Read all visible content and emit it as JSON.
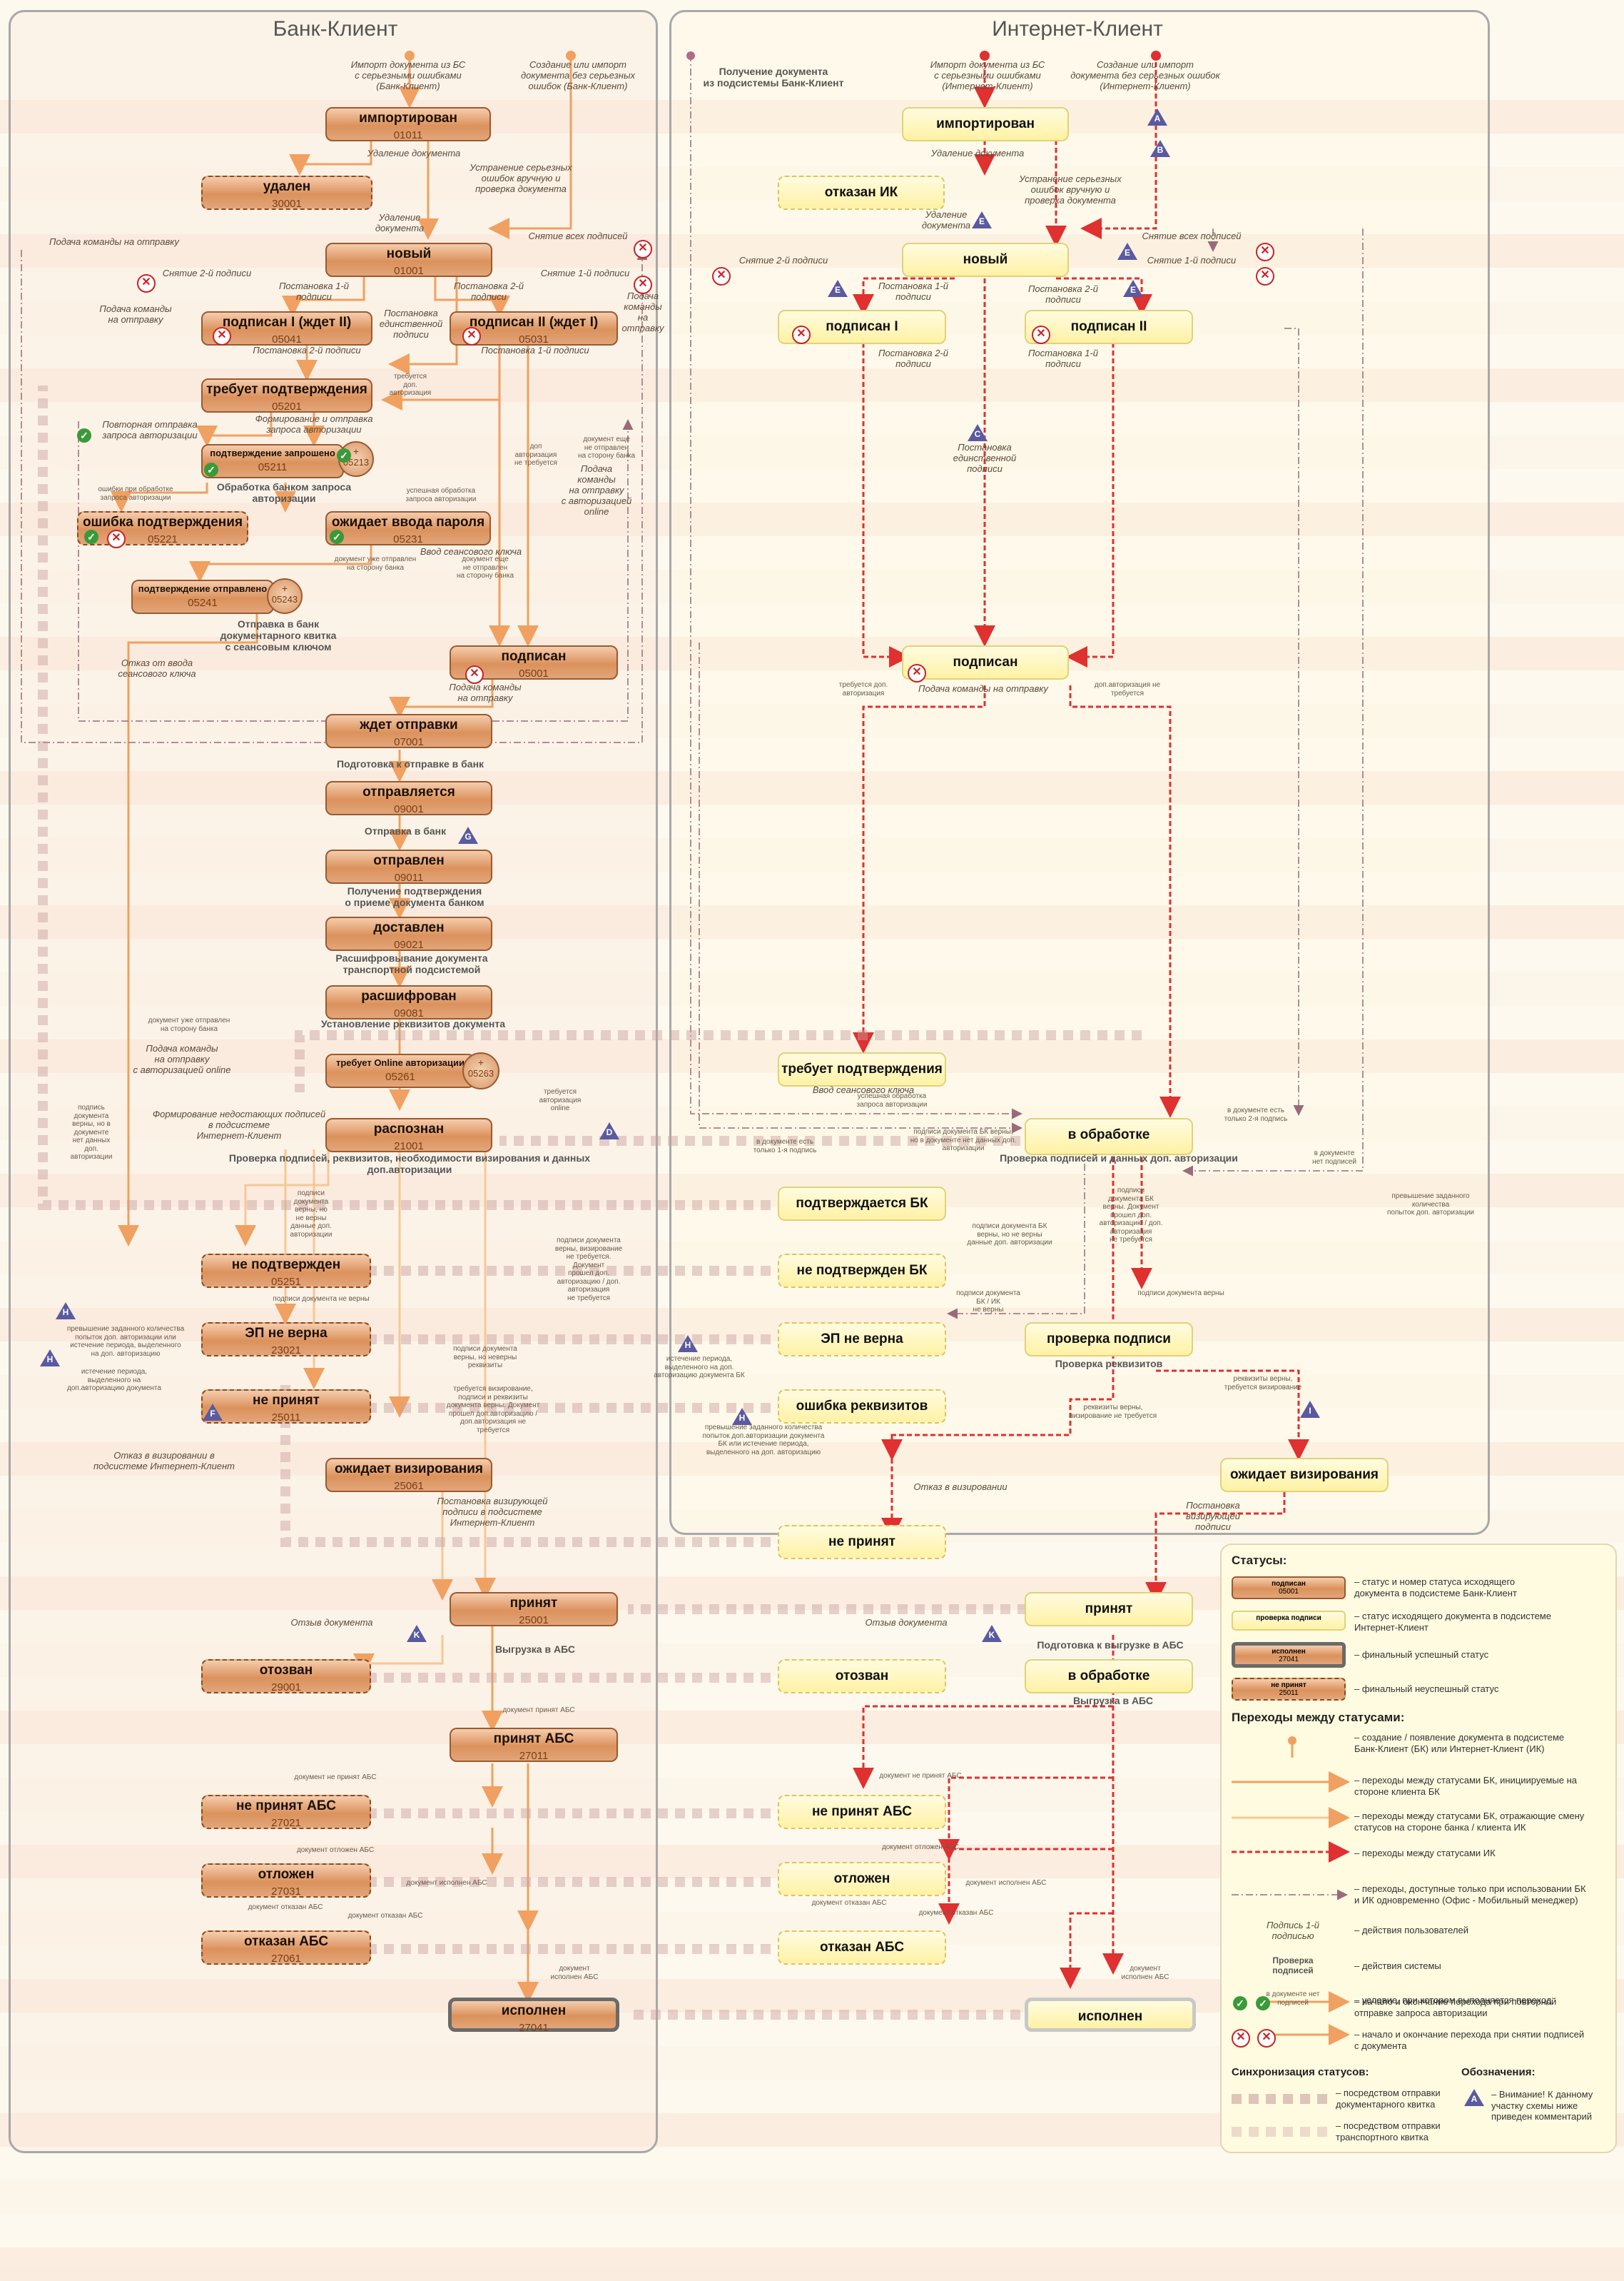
{
  "panels": {
    "bank_client": "Банк-Клиент",
    "internet_client": "Интернет-Клиент"
  },
  "bk_nodes": [
    {
      "id": "importirovan",
      "name": "импортирован",
      "code": "01011"
    },
    {
      "id": "udalen",
      "name": "удален",
      "code": "30001"
    },
    {
      "id": "novyi",
      "name": "новый",
      "code": "01001"
    },
    {
      "id": "podpisan1",
      "name": "подписан I (ждет II)",
      "code": "05041"
    },
    {
      "id": "podpisan2",
      "name": "подписан II (ждет I)",
      "code": "05031"
    },
    {
      "id": "trebuet",
      "name": "требует подтверждения",
      "code": "05201"
    },
    {
      "id": "zaprosheno",
      "name": "подтверждение запрошено",
      "code": "05211"
    },
    {
      "id": "oshibka",
      "name": "ошибка подтверждения",
      "code": "05221"
    },
    {
      "id": "ozhidaet_parol",
      "name": "ожидает ввода пароля",
      "code": "05231"
    },
    {
      "id": "otpravleno",
      "name": "подтверждение отправлено",
      "code": "05241"
    },
    {
      "id": "podpisan",
      "name": "подписан",
      "code": "05001"
    },
    {
      "id": "zhdet",
      "name": "ждет отправки",
      "code": "07001"
    },
    {
      "id": "otpravlyaetsya",
      "name": "отправляется",
      "code": "09001"
    },
    {
      "id": "otpravlen",
      "name": "отправлен",
      "code": "09011"
    },
    {
      "id": "dostavlen",
      "name": "доставлен",
      "code": "09021"
    },
    {
      "id": "rasshifrovan",
      "name": "расшифрован",
      "code": "09081"
    },
    {
      "id": "online",
      "name": "требует Online авторизации",
      "code": "05261"
    },
    {
      "id": "raspoznan",
      "name": "распознан",
      "code": "21001"
    },
    {
      "id": "ne_podtverzhden",
      "name": "не подтвержден",
      "code": "05251"
    },
    {
      "id": "ep_ne_verna",
      "name": "ЭП не верна",
      "code": "23021"
    },
    {
      "id": "ne_prinyat",
      "name": "не принят",
      "code": "25011"
    },
    {
      "id": "ozhidaet_viz",
      "name": "ожидает визирования",
      "code": "25061"
    },
    {
      "id": "prinyat",
      "name": "принят",
      "code": "25001"
    },
    {
      "id": "otozvan",
      "name": "отозван",
      "code": "29001"
    },
    {
      "id": "prinyat_abs",
      "name": "принят АБС",
      "code": "27011"
    },
    {
      "id": "ne_prinyat_abs",
      "name": "не принят АБС",
      "code": "27021"
    },
    {
      "id": "otlozhen",
      "name": "отложен",
      "code": "27031"
    },
    {
      "id": "otkazan_abs",
      "name": "отказан АБС",
      "code": "27061"
    },
    {
      "id": "ispolnen",
      "name": "исполнен",
      "code": "27041"
    }
  ],
  "bk_extra": {
    "n05213": "05213",
    "n05243": "05243",
    "n05263": "05263"
  },
  "ik_nodes": [
    {
      "id": "importirovan",
      "name": "импортирован"
    },
    {
      "id": "otkazan_ik",
      "name": "отказан ИК"
    },
    {
      "id": "novyi",
      "name": "новый"
    },
    {
      "id": "podpisan1",
      "name": "подписан I"
    },
    {
      "id": "podpisan2",
      "name": "подписан II"
    },
    {
      "id": "podpisan",
      "name": "подписан"
    },
    {
      "id": "trebuet",
      "name": "требует подтверждения"
    },
    {
      "id": "v_obrabotke",
      "name": "в обработке"
    },
    {
      "id": "podtverzhdaetsya",
      "name": "подтверждается БК"
    },
    {
      "id": "ne_podtverzhden",
      "name": "не подтвержден БК"
    },
    {
      "id": "ep_ne_verna",
      "name": "ЭП не верна"
    },
    {
      "id": "proverka",
      "name": "проверка подписи"
    },
    {
      "id": "oshibka_rekv",
      "name": "ошибка реквизитов"
    },
    {
      "id": "ozhidaet_viz",
      "name": "ожидает визирования"
    },
    {
      "id": "ne_prinyat",
      "name": "не принят"
    },
    {
      "id": "prinyat",
      "name": "принят"
    },
    {
      "id": "otozvan",
      "name": "отозван"
    },
    {
      "id": "v_obrabotke2",
      "name": "в обработке"
    },
    {
      "id": "ne_prinyat_abs",
      "name": "не принят АБС"
    },
    {
      "id": "otlozhen",
      "name": "отложен"
    },
    {
      "id": "otkazan_abs",
      "name": "отказан АБС"
    },
    {
      "id": "ispolnen",
      "name": "исполнен"
    }
  ],
  "labels": {
    "import_bk": "Импорт документа из БС\nс серьезными ошибками\n(Банк-Клиент)",
    "create_bk": "Создание или импорт\nдокумента без серьезных\nошибок (Банк-Клиент)",
    "del_doc": "Удаление документа",
    "fix_errors": "Устранение серьезных\nошибок вручную и\nпроверка документа",
    "del_doc2": "Удаление\nдокумента",
    "send_cmd": "Подача команды на отправку",
    "remove_all": "Снятие всех подписей",
    "remove2": "Снятие 2-й подписи",
    "remove1": "Снятие 1-й подписи",
    "send_cmd2": "Подача команды\nна отправку",
    "sign1": "Постановка 1-й\nподписи",
    "sign2": "Постановка 2-й\nподписи",
    "sign_single": "Постановка\nединственной\nподписи",
    "send_cmd3": "Подача\nкоманды\nна\nотправку",
    "sign2b": "Постановка 2-й подписи",
    "sign1b": "Постановка 1-й подписи",
    "need_auth": "требуется\nдоп.\nавторизация",
    "form_req": "Формирование и отправка\nзапроса авторизации",
    "repeat_req": "Повторная отправка\nзапроса авторизации",
    "bank_proc": "Обработка банком запроса авторизации",
    "auth_errors": "ошибки при обработке\nзапроса авторизации",
    "auth_ok": "успешная обработка\nзапроса авторизации",
    "no_auth": "доп\nавторизация\nне требуется",
    "not_sent": "документ еще\nне отправлен\nна сторону банка",
    "send_online": "Подача\nкоманды\nна отправку\nс авторизацией\nonline",
    "enter_key": "Ввод сеансового ключа",
    "already_sent": "документ уже отправлен\nна сторону банка",
    "not_sent2": "документ еще\nне отправлен\nна сторону банка",
    "send_receipt": "Отправка в банк\nдокументарного квитка\nс сеансовым ключом",
    "refuse_key": "Отказ от ввода\nсеансового ключа",
    "send_cmd4": "Подача команды\nна отправку",
    "prep_send": "Подготовка к отправке в банк",
    "sending": "Отправка в банк",
    "receive_confirm": "Получение подтверждения\nо приеме документа банком",
    "decrypt": "Расшифровывание документа\nтранспортной подсистемой",
    "set_req": "Установление реквизитов документа",
    "already_sent2": "документ уже отправлен\nна сторону банка",
    "send_online2": "Подача команды\nна отправку\nс авторизацией online",
    "need_online": "требуется\nавторизация\nonline",
    "form_missing": "Формирование недостающих подписей\nв подсистеме\nИнтернет-Клиент",
    "check_sigs": "Проверка подписей, реквизитов, необходимости визирования и данных доп.авторизации",
    "sig_ok_no_auth": "подписи\nдокумента\nверны, но\nне верны\nданные доп.\nавторизации",
    "sig_ok_no_auth2": "подпись\nдокумента\nверны, но в\nдокументе\nнет данных\nдоп.\nавторизации",
    "sig_wrong": "подписи документа не верны",
    "sig_ok_viz": "подписи документа\nверны, визирование\nне требуется.\nДокумент\nпрошел доп.\nавторизацию / доп.\nавторизация\nне требуется",
    "exceed": "превышение заданного количества\nпопыток доп. авторизации или\nистечение периода, выделенного\nна доп. авторизацию",
    "expire": "истечение периода,\nвыделенного на\nдоп.авторизацию документа",
    "sig_ok_req_wrong": "подписи документа\nверны, но неверны\nреквизиты",
    "need_viz": "требуется визирование,\nподписи и реквизиты\nдокумента верны. Документ\nпрошел доп.авторизацию /\nдоп.авторизация не\nтребуется",
    "refuse_viz": "Отказ в визировании в\nподсистеме Интернет-Клиент",
    "set_viz": "Постановка визирующей\nподписи в подсистеме\nИнтернет-Клиент",
    "recall": "Отзыв документа",
    "upload_abs": "Выгрузка в АБС",
    "doc_accepted_abs": "документ принят АБС",
    "doc_not_accepted_abs": "документ не принят АБС",
    "doc_delayed_abs": "документ отложен АБС",
    "doc_executed_abs": "документ исполнен АБС",
    "doc_refused_abs": "документ отказан АБС",
    "doc_refused_abs2": "документ отказан АБС",
    "doc_executed_abs2": "документ\nисполнен АБС",
    "receive_ik": "Получение документа\nиз подсистемы Банк-Клиент",
    "import_ik": "Импорт документа из БС\nс серьезными ошибками\n(Интернет-Клиент)",
    "create_ik": "Создание или импорт\nдокумента без серьезных ошибок\n(Интернет-Клиент)",
    "del_ik": "Удаление документа",
    "fix_ik": "Устранение серьезных\nошибок вручную и\nпроверка документа",
    "del_ik2": "Удаление\nдокумента",
    "remove_all_ik": "Снятие всех подписей",
    "remove2_ik": "Снятие 2-й подписи",
    "remove1_ik": "Снятие 1-й подписи",
    "sign1_ik": "Постановка 1-й\nподписи",
    "sign2_ik": "Постановка 2-й\nподписи",
    "sign2b_ik": "Постановка 2-й\nподписи",
    "sign1b_ik": "Постановка 1-й\nподписи",
    "sign_single_ik": "Постановка\nединственной\nподписи",
    "need_auth_ik": "требуется доп.\nавторизация",
    "no_auth_ik": "доп.авторизация не\nтребуется",
    "send_cmd_ik": "Подача команды на отправку",
    "enter_key_ik": "Ввод сеансового ключа",
    "auth_ok_ik": "успешная обработка\nзапроса авторизации",
    "one_sig": "в документе есть\nтолько 1-я подпись",
    "one_sig2": "в документе есть\nтолько 2-я подпись",
    "no_sigs": "в документе\nнет подписей",
    "check_ik": "Проверка подписей и данных доп. авторизации",
    "bk_sig_ok_no_auth": "подписи документа БК верны,\nно в документе нет данных доп.\nавторизации",
    "bk_sig_ok_auth_ok": "подписи\nдокумента БК\nверны. Документ\nпрошел доп.\nавторизацию / доп.\nавторизация\nне требуется",
    "bk_sig_ok_wrong_auth": "подписи документа БК\nверны, но не верны\nданные доп. авторизации",
    "bk_sig_wrong": "подписи документа\nБК / ИК\nне верны",
    "ik_sig_ok": "подписи документа верны",
    "check_req": "Проверка реквизитов",
    "exceed_ik": "превышение заданного\nколичества\nпопыток доп. авторизации",
    "expire_ik": "истечение периода,\nвыделенного на доп.\nавторизацию документа БК",
    "exceed_ik2": "превышение заданного количества\nпопыток доп.авторизации документа\nБК или истечение периода,\nвыделенного на доп. авторизацию",
    "req_ok": "реквизиты верны,\nвизирование не требуется",
    "req_ok_viz": "реквизиты верны,\nтребуется визирование",
    "refuse_viz_ik": "Отказ в визировании",
    "set_viz_ik": "Постановка\nвизирующей подписи",
    "recall_ik": "Отзыв документа",
    "prep_upload": "Подготовка к выгрузке в АБС",
    "upload_abs_ik": "Выгрузка в АБС",
    "doc_not_accepted_ik": "документ не принят АБС",
    "doc_delayed_ik": "документ отложен АБС",
    "doc_executed_ik": "документ исполнен АБС",
    "doc_refused_ik": "документ отказан АБС",
    "doc_refused_ik2": "документ отказан АБС",
    "doc_executed_ik2": "документ\nисполнен АБС"
  },
  "triangles": [
    "A",
    "B",
    "C",
    "D",
    "E",
    "E",
    "E",
    "E",
    "F",
    "G",
    "H",
    "H",
    "H",
    "H",
    "I",
    "K",
    "K"
  ],
  "legend": {
    "statuses_title": "Статусы:",
    "s1_swatch": "подписан",
    "s1_code": "05001",
    "s1_text": "– статус и номер статуса исходящего\nдокумента в подсистеме Банк-Клиент",
    "s2_swatch": "проверка подписи",
    "s2_text": "– статус исходящего документа в подсистеме\nИнтернет-Клиент",
    "s3_swatch": "исполнен",
    "s3_code": "27041",
    "s3_text": "– финальный успешный статус",
    "s4_swatch": "не принят",
    "s4_code": "25011",
    "s4_text": "– финальный неуспешный статус",
    "transitions_title": "Переходы между статусами:",
    "t1": "– создание / появление документа в подсистеме\nБанк-Клиент (БК) или Интернет-Клиент (ИК)",
    "t2": "– переходы между статусами БК, инициируемые на\nстороне клиента БК",
    "t3": "– переходы между статусами БК, отражающие смену\nстатусов на стороне банка / клиента ИК",
    "t4": "– переходы между статусами ИК",
    "t5": "– переходы, доступные только при использовании БК\nи ИК одновременно (Офис - Мобильный менеджер)",
    "t6_label": "Подпись 1-й\nподписью",
    "t6": "– действия пользователей",
    "t7_label": "Проверка\nподписей",
    "t7": "– действия системы",
    "t8_label": "в документе нет\nподписей",
    "t8": "– условие, при котором выполняется переход",
    "t9": "– начало и окончание перехода при повторной\nотправке запроса авторизации",
    "t10": "– начало и окончание перехода при снятии подписей\nс документа",
    "sync_title": "Синхронизация статусов:",
    "sync1": "– посредством отправки\nдокументарного квитка",
    "sync2": "– посредством отправки\nтранспортного квитка",
    "notes_title": "Обозначения:",
    "note1": "– Внимание! К данному\nучастку схемы ниже\nприведен комментарий",
    "note_letter": "A"
  },
  "colors": {
    "bk_orange": "#f0a060",
    "ik_red": "#e03030",
    "sync_purple": "#9a6a7a",
    "bk_node": "#db925c",
    "ik_node": "#fff2a4"
  }
}
